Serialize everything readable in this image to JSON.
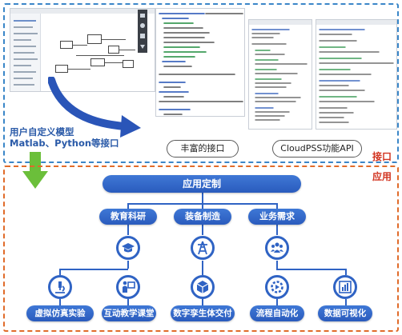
{
  "top": {
    "left_caption_line1": "用户自定义模型",
    "left_caption_line2": "Matlab、Python等接口",
    "box_interfaces": "丰富的接口",
    "box_api": "CloudPSS功能API",
    "tag": "接口"
  },
  "bottom": {
    "tag": "应用",
    "root": "应用定制",
    "categories": [
      "教育科研",
      "装备制造",
      "业务需求"
    ],
    "leaves": [
      "虚拟仿真实验",
      "互动教学课堂",
      "数字孪生体交付",
      "流程自动化",
      "数据可视化"
    ]
  },
  "colors": {
    "interface_frame": "#3a86c8",
    "application_frame": "#e06b2a",
    "pill": "#2f63c4",
    "green_arrow": "#6bbf3a",
    "tag_red": "#d2331f"
  },
  "icons": [
    "graduation-cap-icon",
    "tower-icon",
    "people-group-icon",
    "microscope-icon",
    "presentation-icon",
    "cube-icon",
    "gear-flow-icon",
    "bar-chart-icon"
  ]
}
